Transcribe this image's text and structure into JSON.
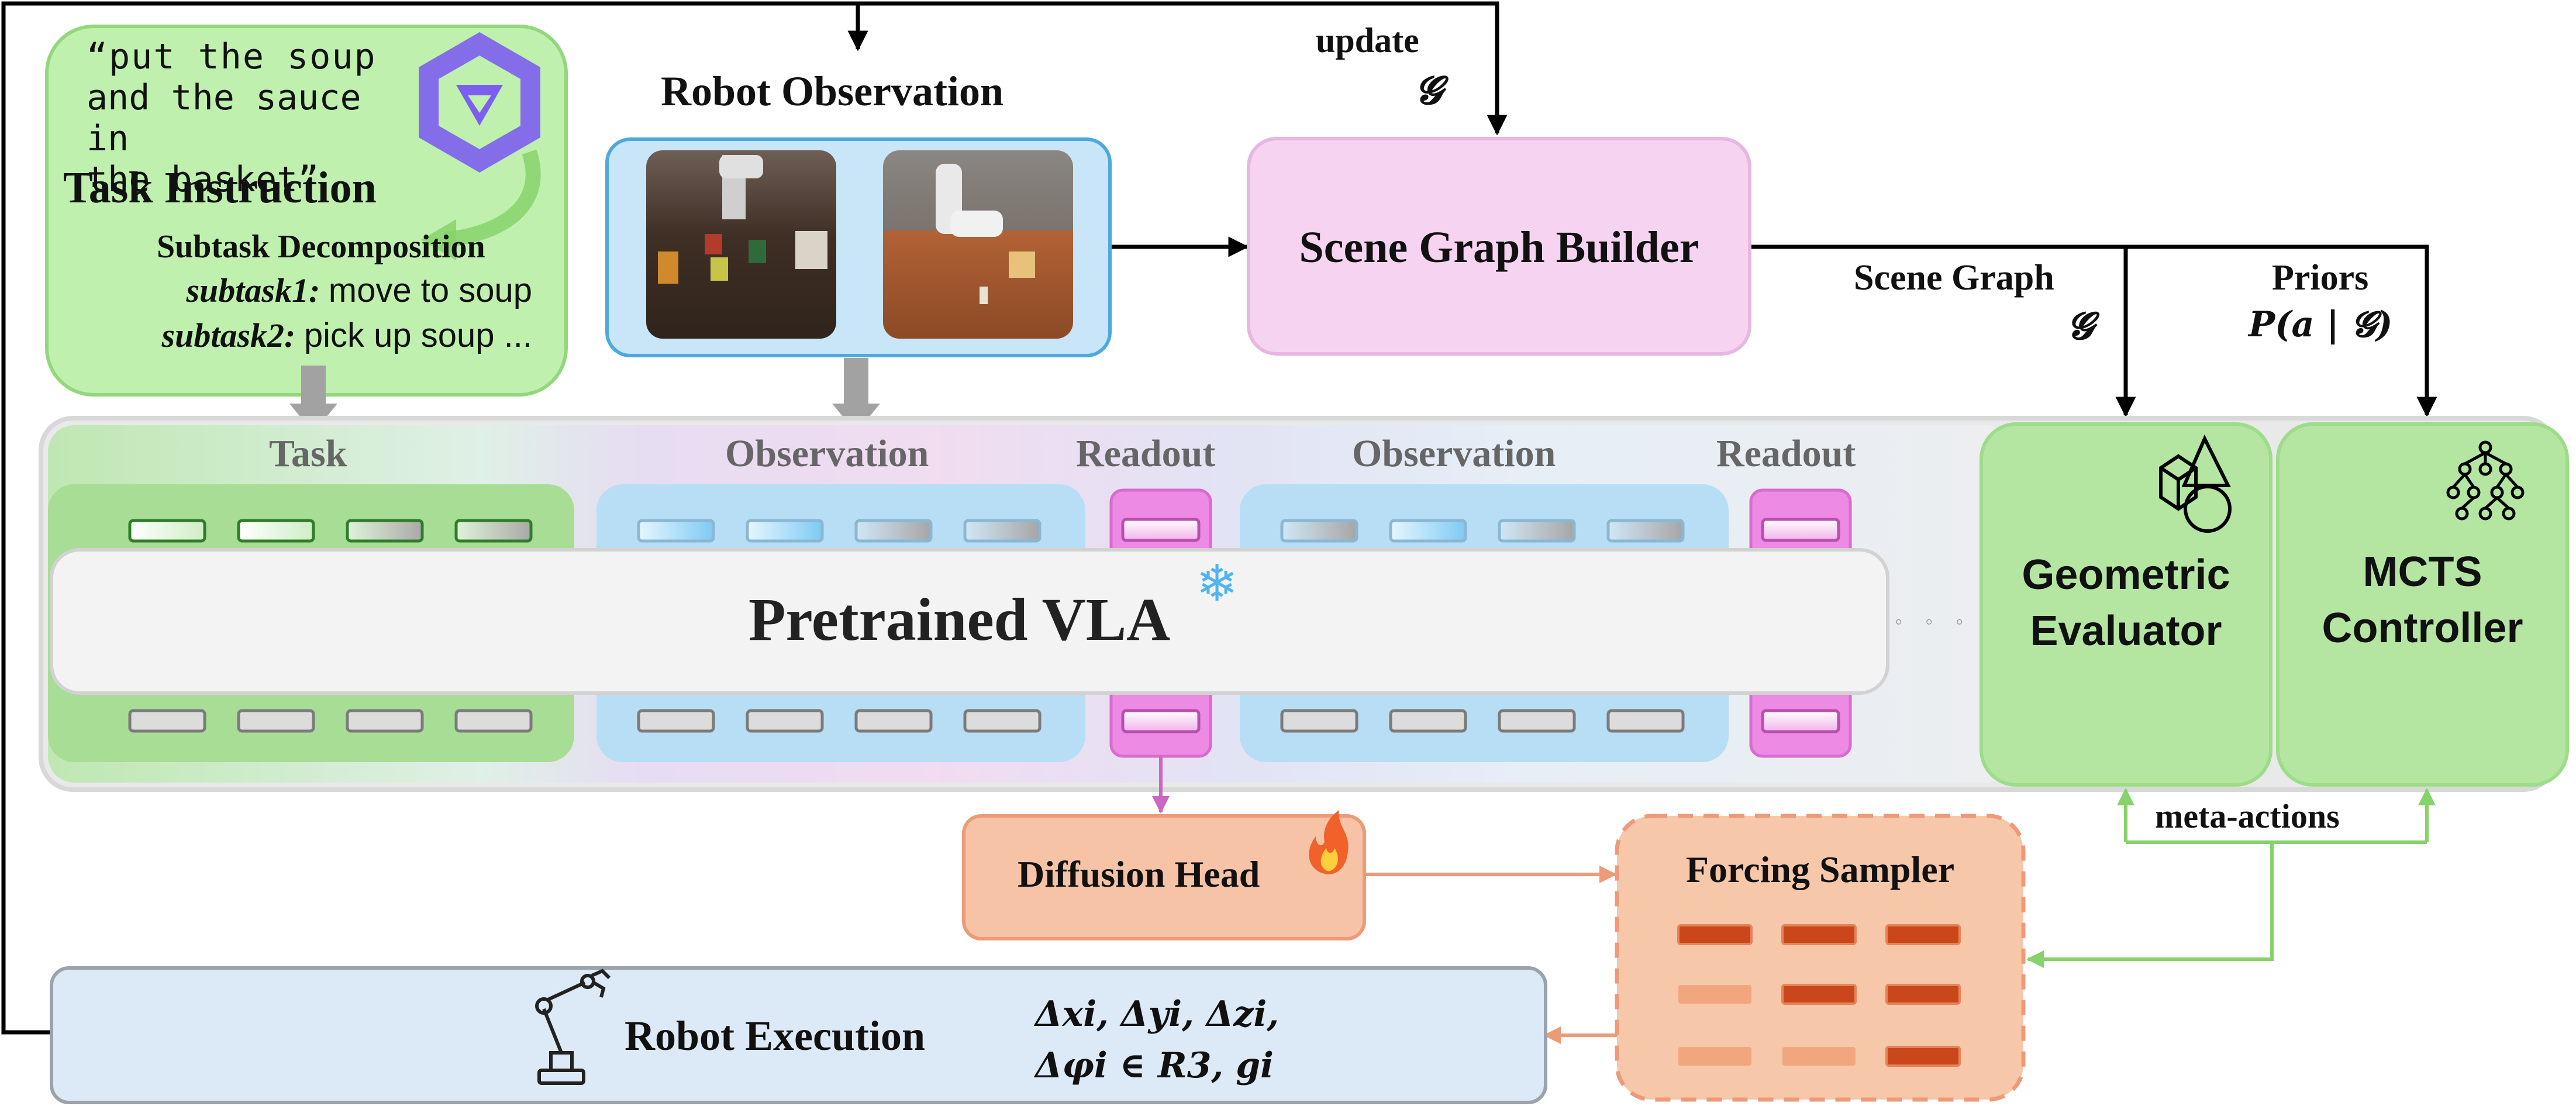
{
  "task_instruction": {
    "quote_lines": [
      "“put the soup",
      "and the sauce in",
      "the basket”"
    ],
    "title": "Task Instruction",
    "subtask_title": "Subtask Decomposition",
    "subtasks": [
      {
        "label": "subtask1:",
        "text": "move to soup"
      },
      {
        "label": "subtask2:",
        "text": "pick up soup ..."
      }
    ]
  },
  "robot_observation": {
    "title": "Robot Observation"
  },
  "scene_graph_builder": {
    "label": "Scene Graph Builder",
    "update_label": "update",
    "update_symbol": "𝓖"
  },
  "scene_graph_edge": {
    "label": "Scene Graph",
    "symbol": "𝓖"
  },
  "priors_edge": {
    "label": "Priors",
    "formula": "P(a | 𝓖)"
  },
  "vla": {
    "title": "Pretrained VLA",
    "snowflake": "❄",
    "section_labels": [
      "Task",
      "Observation",
      "Readout",
      "Observation",
      "Readout"
    ],
    "ellipsis": "◦ ◦ ◦"
  },
  "geometric_evaluator": {
    "line1": "Geometric",
    "line2": "Evaluator",
    "icon": "shapes-icon"
  },
  "mcts_controller": {
    "line1": "MCTS",
    "line2": "Controller",
    "icon": "tree-icon"
  },
  "meta_actions_label": "meta-actions",
  "diffusion_head": {
    "label": "Diffusion Head",
    "icon": "fire-icon"
  },
  "forcing_sampler": {
    "label": "Forcing Sampler"
  },
  "robot_execution": {
    "label": "Robot Execution",
    "formula_line1": "Δxi, Δyi, Δzi,",
    "formula_line2": "Δφi ∈ R3, gi",
    "icon": "robot-arm-icon"
  },
  "colors": {
    "green_fill": "#b6e6a4",
    "green_stroke": "#8fd27a",
    "blue_fill": "#c7e4f5",
    "blue_stroke": "#4aa8dc",
    "pink_fill": "#f7d2ef",
    "magenta": "#e07ad6",
    "orange_fill": "#f8c7a9",
    "orange_stroke": "#e79a6c",
    "exec_fill": "#dce9f6"
  }
}
